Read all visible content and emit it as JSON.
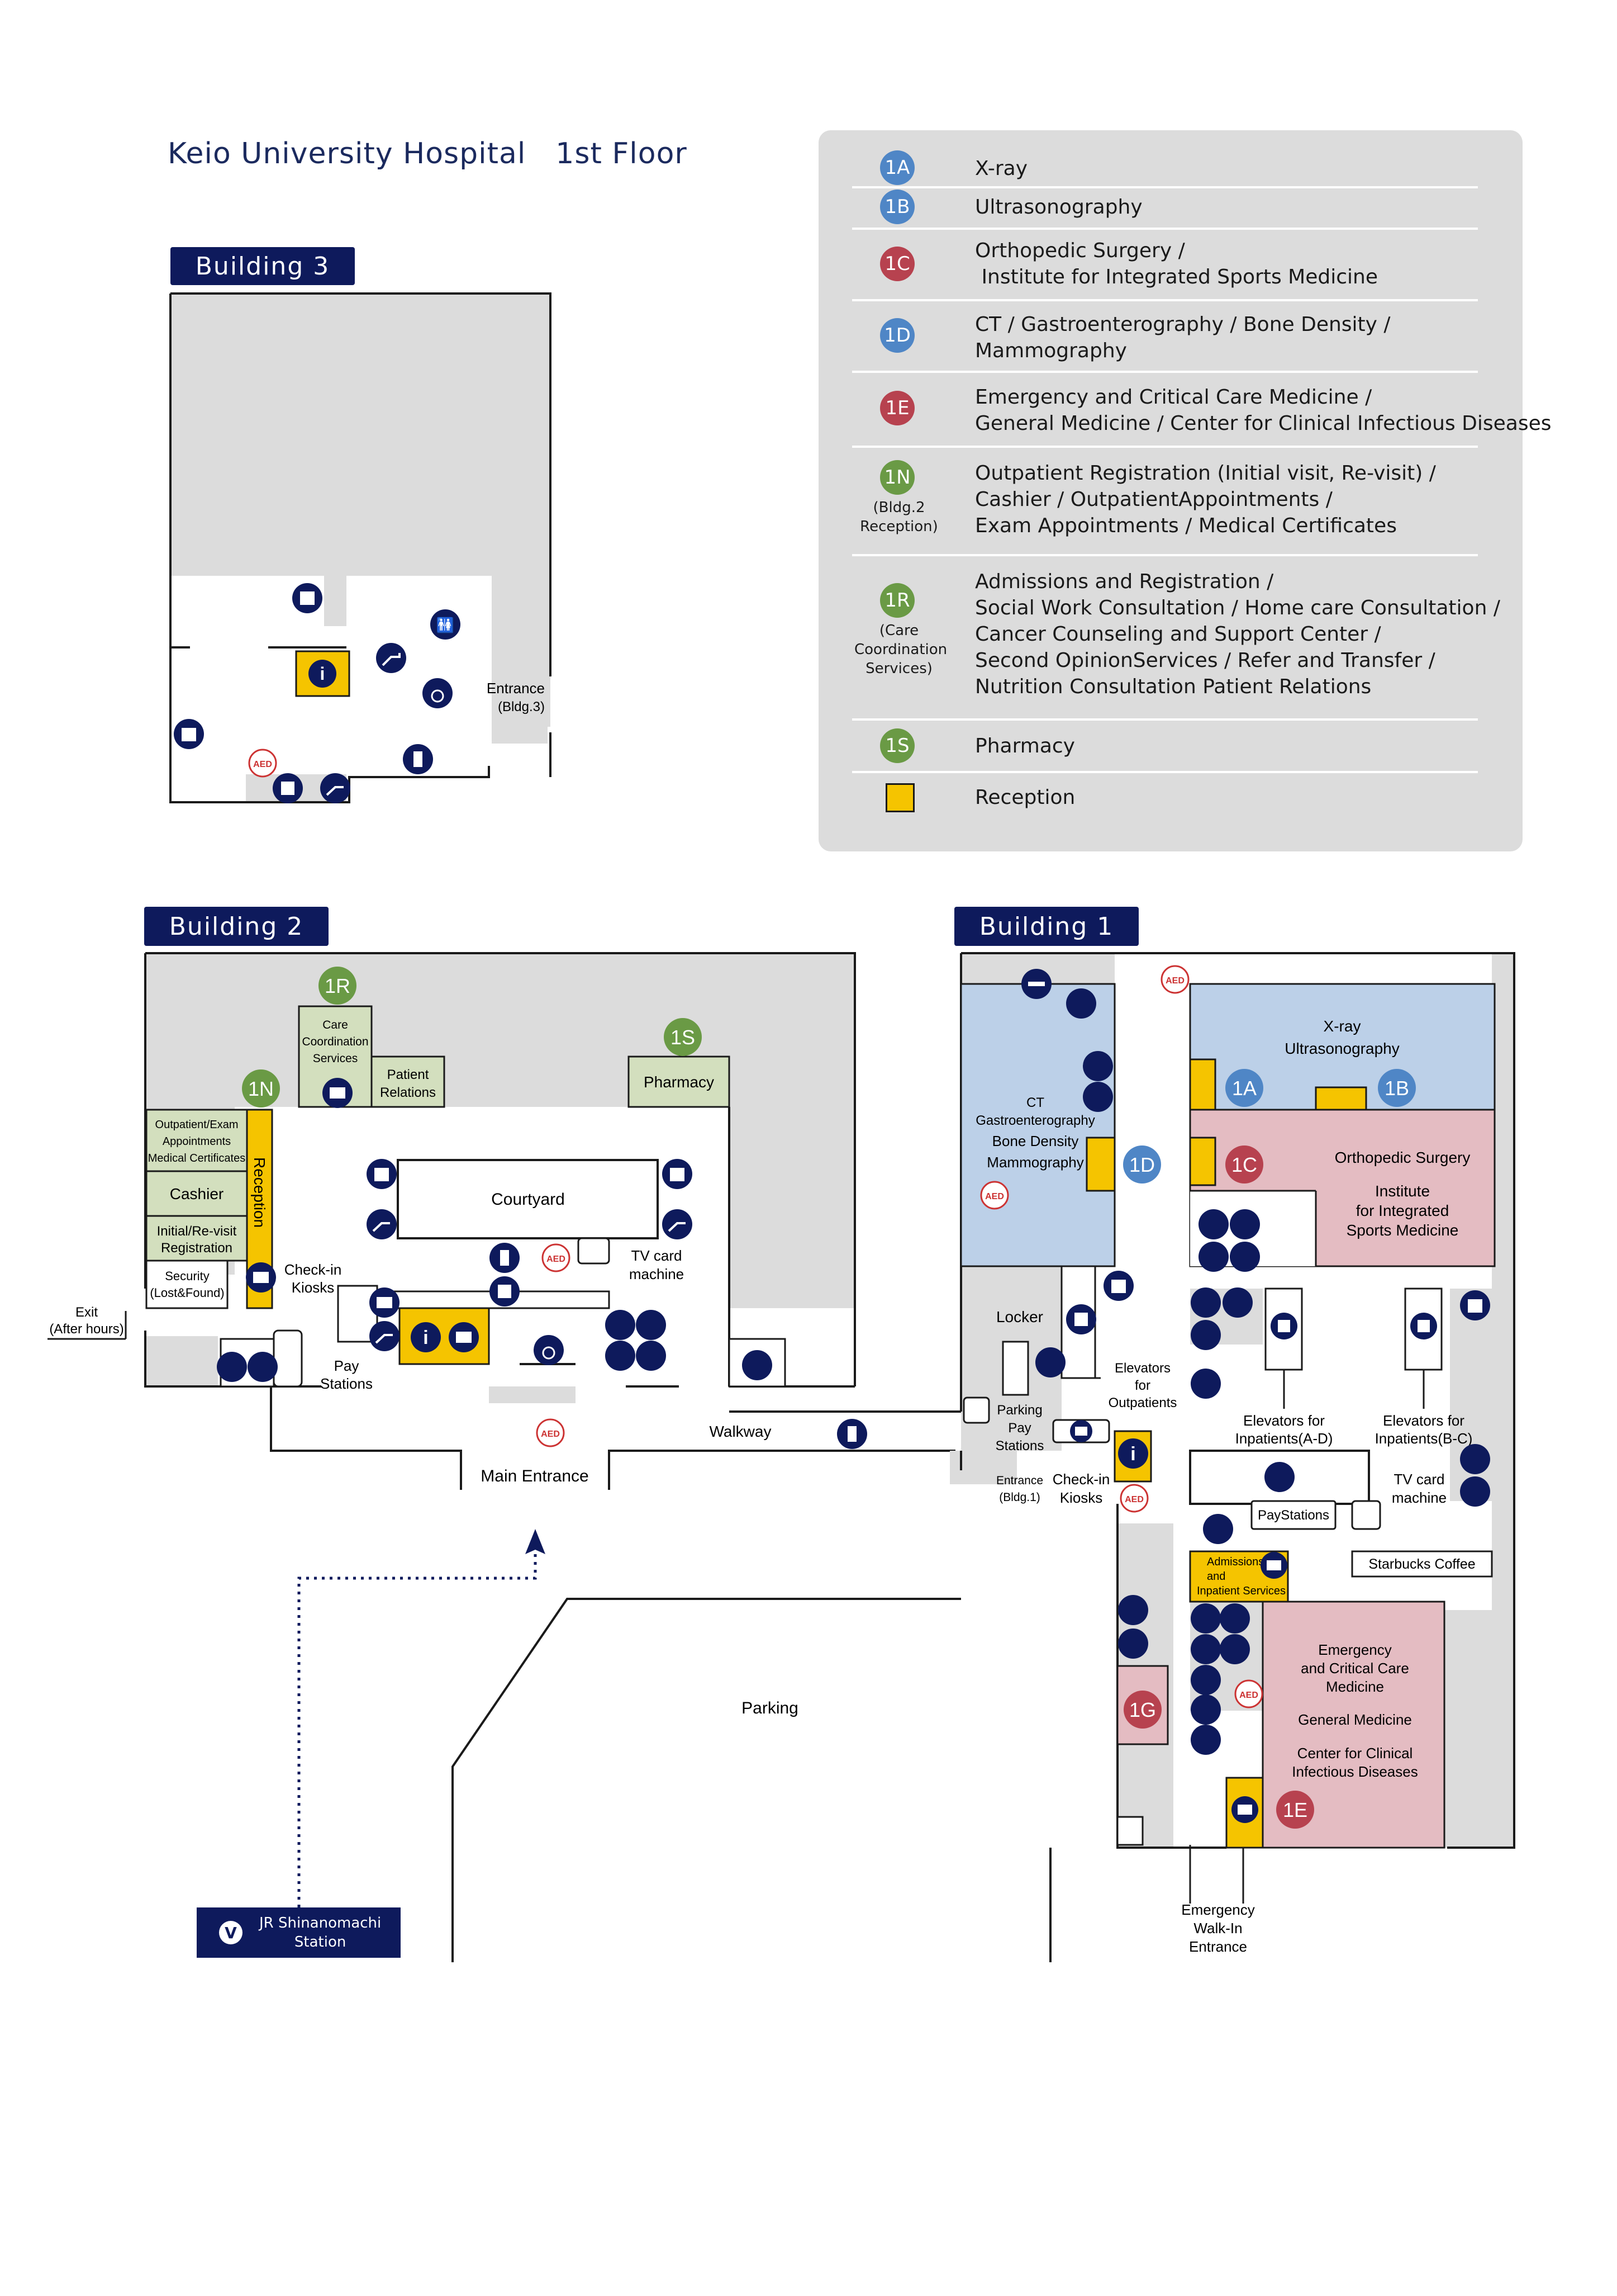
{
  "title": "Keio University Hospital　1st Floor",
  "legend": [
    {
      "code": "1A",
      "color": "#4f86c6",
      "sub": "",
      "text": "X-ray"
    },
    {
      "code": "1B",
      "color": "#4f86c6",
      "sub": "",
      "text": "Ultrasonography"
    },
    {
      "code": "1C",
      "color": "#b7424f",
      "sub": "",
      "text": "Orthopedic Surgery /\n Institute for Integrated Sports Medicine"
    },
    {
      "code": "1D",
      "color": "#4f86c6",
      "sub": "",
      "text": "CT / Gastroenterography / Bone Density /\nMammography"
    },
    {
      "code": "1E",
      "color": "#b7424f",
      "sub": "",
      "text": "Emergency and Critical Care Medicine /\nGeneral Medicine / Center for Clinical Infectious Diseases"
    },
    {
      "code": "1N",
      "color": "#6a9a45",
      "sub": "(Bldg.2\nReception)",
      "text": "Outpatient Registration (Initial visit, Re-visit) /\nCashier / OutpatientAppointments /\nExam Appointments / Medical Certificates"
    },
    {
      "code": "1R",
      "color": "#6a9a45",
      "sub": "(Care\nCoordination\nServices)",
      "text": "Admissions and Registration /\nSocial Work Consultation / Home care Consultation /\nCancer Counseling and Support Center /\nSecond OpinionServices / Refer and Transfer /\nNutrition Consultation Patient Relations"
    },
    {
      "code": "1S",
      "color": "#6a9a45",
      "sub": "",
      "text": "Pharmacy"
    },
    {
      "code": "",
      "color": "#f5c400",
      "sub": "",
      "text": "Reception"
    }
  ],
  "buildings": {
    "b3": "Building 3",
    "b2": "Building 2",
    "b1": "Building 1"
  },
  "badges": {
    "n1": "1N",
    "r1": "1R",
    "s1": "1S",
    "a1": "1A",
    "b1": "1B",
    "c1": "1C",
    "d1": "1D",
    "e1": "1E",
    "g1": "1G"
  },
  "labels": {
    "b3_entrance": "Entrance",
    "b3_entrance2": "(Bldg.3)",
    "care1": "Care",
    "care2": "Coordination",
    "care3": "Services",
    "patient_rel1": "Patient",
    "patient_rel2": "Relations",
    "pharmacy": "Pharmacy",
    "outpatient1": "Outpatient/Exam",
    "outpatient2": "Appointments",
    "outpatient3": "Medical Certificates",
    "cashier": "Cashier",
    "initial1": "Initial/Re-visit",
    "initial2": "Registration",
    "security1": "Security",
    "security2": "(Lost&Found)",
    "reception_v": "Reception",
    "courtyard": "Courtyard",
    "checkin1": "Check-in",
    "checkin2": "Kiosks",
    "tvcard1": "TV card",
    "tvcard2": "machine",
    "exit1": "Exit",
    "exit2": "(After hours)",
    "pay1": "Pay",
    "pay2": "Stations",
    "main_entrance": "Main Entrance",
    "walkway": "Walkway",
    "parking": "Parking",
    "station1": "JR Shinanomachi",
    "station2": "Station",
    "ct1": "CT",
    "ct2": "Gastroenterography",
    "ct3": "Bone Density",
    "ct4": "Mammography",
    "xray1": "X-ray",
    "xray2": "Ultrasonography",
    "ortho1": "Orthopedic Surgery",
    "ortho2": "Institute",
    "ortho3": "for Integrated",
    "ortho4": "Sports Medicine",
    "locker": "Locker",
    "elev_out1": "Elevators",
    "elev_out2": "for",
    "elev_out3": "Outpatients",
    "elev_ad1": "Elevators for",
    "elev_ad2": "Inpatients(A-D)",
    "elev_bc1": "Elevators for",
    "elev_bc2": "Inpatients(B-C)",
    "parking_pay1": "Parking",
    "parking_pay2": "Pay",
    "parking_pay3": "Stations",
    "entrance_b1a": "Entrance",
    "entrance_b1b": "(Bldg.1)",
    "checkin_b1a": "Check-in",
    "checkin_b1b": "Kiosks",
    "tvcard_b1a": "TV card",
    "tvcard_b1b": "machine",
    "paystations": "PayStations",
    "starbucks": "Starbucks Coffee",
    "admissions1": "Admissions",
    "admissions2": "and",
    "admissions3": "Inpatient Services",
    "emerg1": "Emergency",
    "emerg2": "and Critical Care",
    "emerg3": "Medicine",
    "emerg4": "General Medicine",
    "emerg5": "Center for Clinical",
    "emerg6": "Infectious Diseases",
    "walkin1": "Emergency",
    "walkin2": "Walk-In",
    "walkin3": "Entrance"
  },
  "colors": {
    "navy": "#0e1a5c",
    "yellow": "#f5c400",
    "green_room": "#d3dfbe",
    "blue_room": "#bcd0e8",
    "pink_room": "#e4bcc2",
    "gray": "#dcdcdc",
    "blue_badge": "#4f86c6",
    "red_badge": "#b7424f",
    "green_badge": "#6a9a45"
  },
  "icons": [
    "information-icon",
    "restroom-icon",
    "elevator-icon",
    "escalator-icon",
    "wheelchair-icon",
    "atm-icon",
    "payphone-icon",
    "aed-icon",
    "no-entry-icon",
    "baby-icon",
    "id-card-icon",
    "phone-icon",
    "cafe-icon",
    "parking-icon"
  ]
}
